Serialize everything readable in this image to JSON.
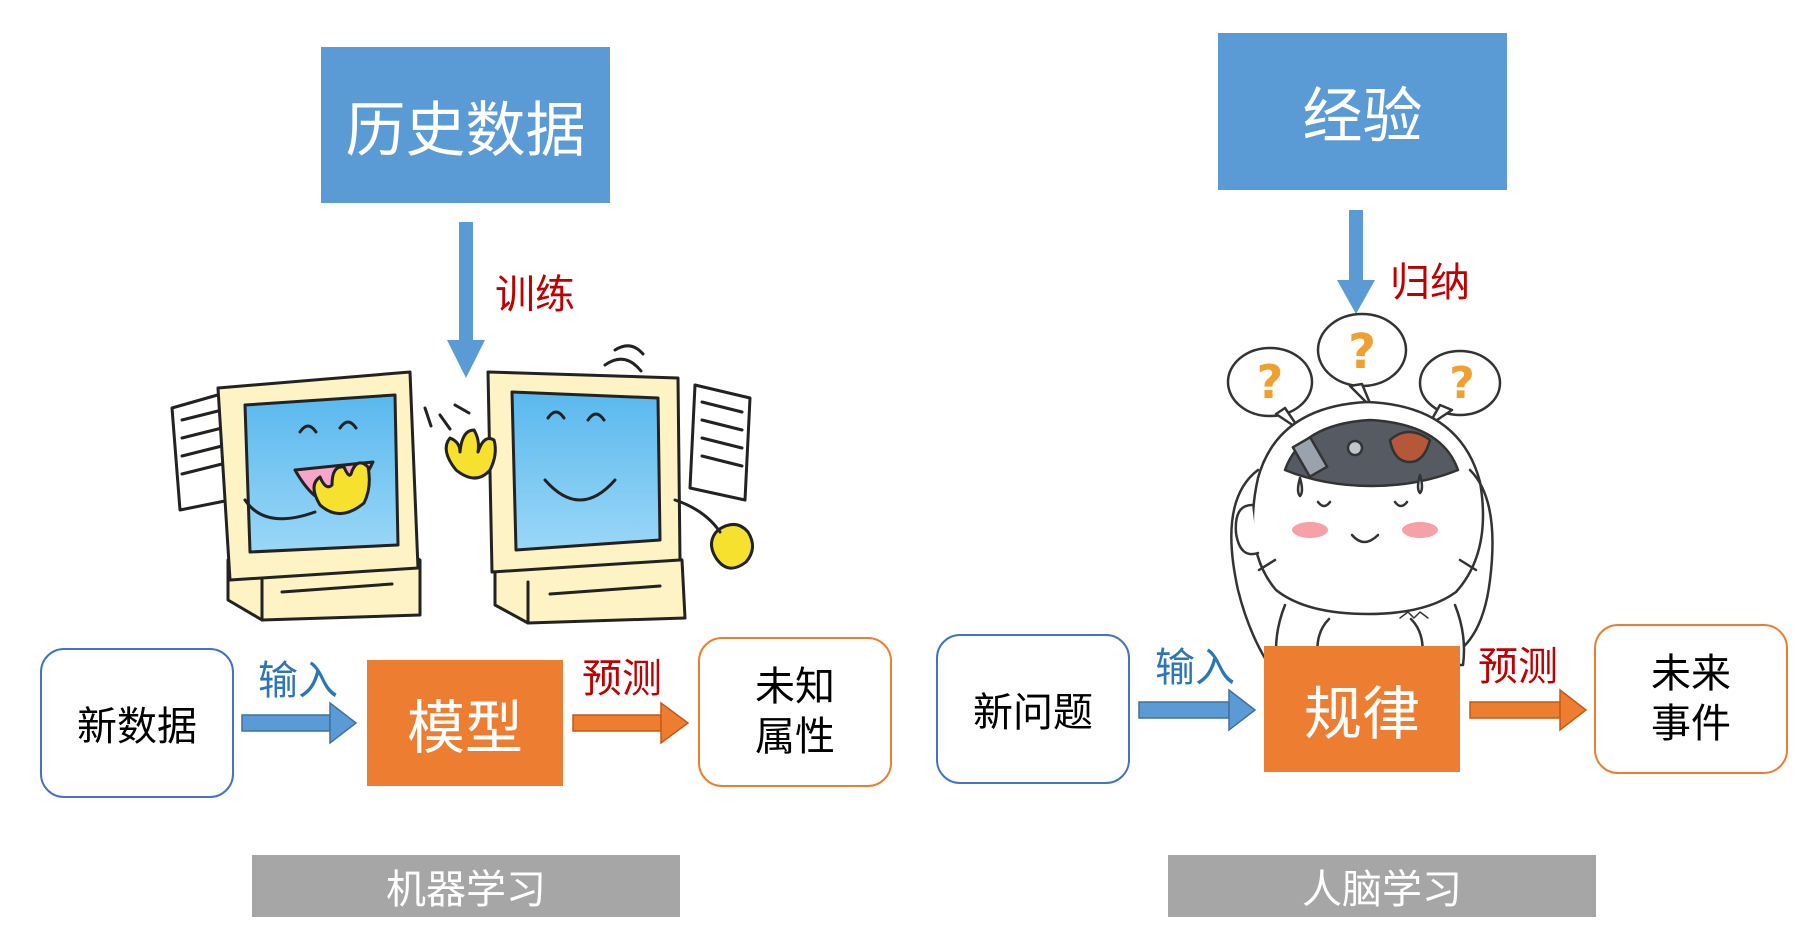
{
  "colors": {
    "head_blue": "#5b9bd5",
    "core_orange": "#ed7d31",
    "label_red": "#c00000",
    "label_blue": "#2e75b6",
    "bar_gray": "#a6a6a6"
  },
  "machine": {
    "source": "历史数据",
    "train_label": "训练",
    "input_box": "新数据",
    "input_label": "输入",
    "core": "模型",
    "predict_label": "预测",
    "output_box": "未知\n属性",
    "caption": "机器学习"
  },
  "human": {
    "source": "经验",
    "induce_label": "归纳",
    "input_box": "新问题",
    "input_label": "输入",
    "core": "规律",
    "predict_label": "预测",
    "output_box": "未来\n事件",
    "caption": "人脑学习",
    "thought_marks": [
      "?",
      "?",
      "?"
    ]
  }
}
